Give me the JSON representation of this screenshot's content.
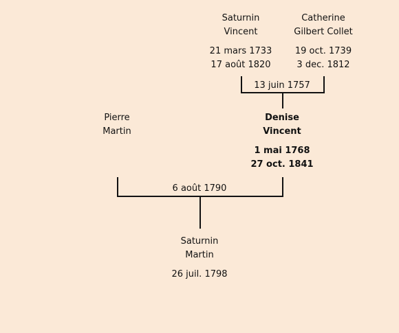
{
  "grandfather": {
    "first": "Saturnin",
    "last": "Vincent",
    "birth": "21 mars 1733",
    "death": "17 août 1820"
  },
  "grandmother": {
    "first": "Catherine",
    "last": "Gilbert Collet",
    "birth": "19 oct. 1739",
    "death": "3 dec. 1812"
  },
  "grandparents_marriage": "13 juin 1757",
  "father": {
    "first": "Pierre",
    "last": "Martin"
  },
  "mother": {
    "first": "Denise",
    "last": "Vincent",
    "birth": "1 mai 1768",
    "death": "27 oct. 1841"
  },
  "parents_marriage": "6 août 1790",
  "child": {
    "first": "Saturnin",
    "last": "Martin",
    "birth": "26 juil. 1798"
  }
}
